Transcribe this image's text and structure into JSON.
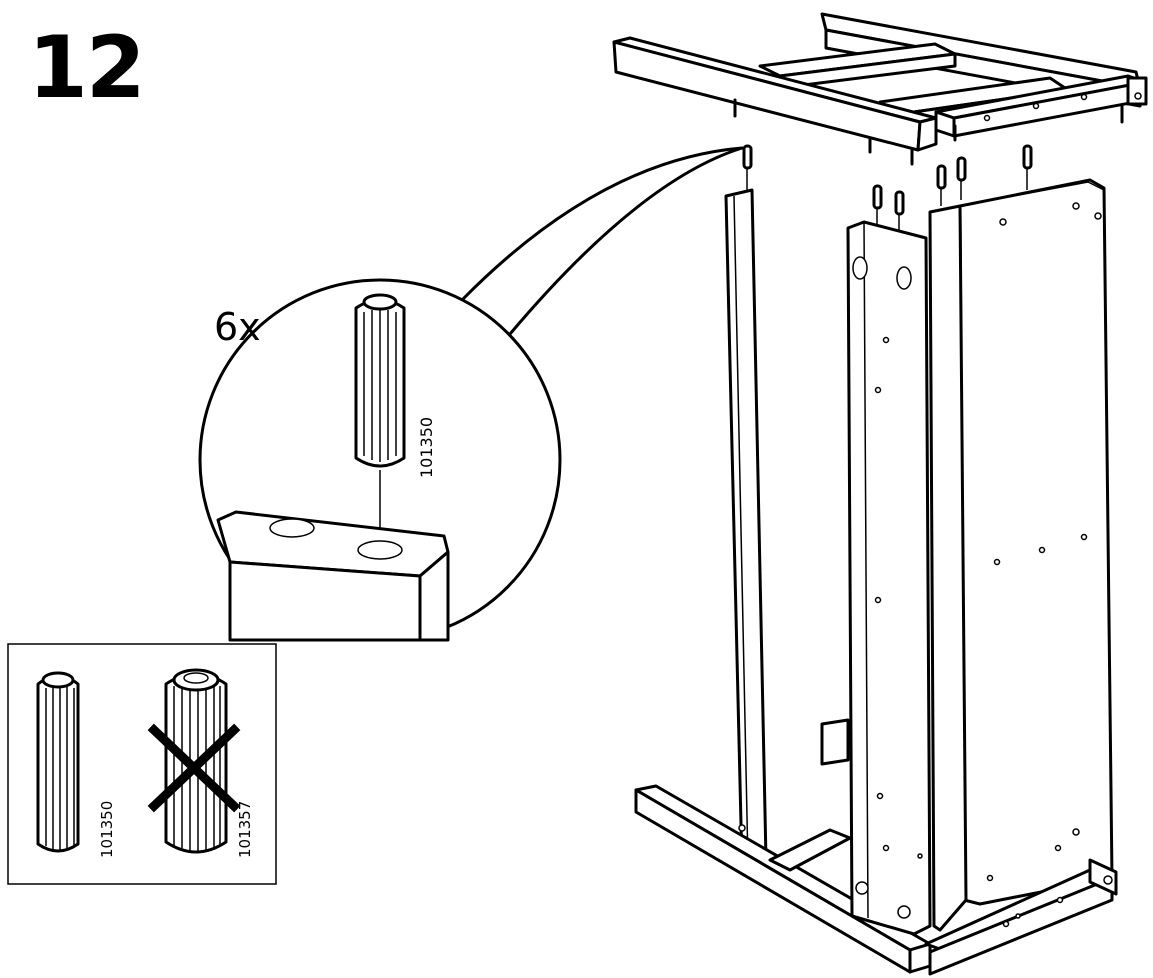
{
  "step": {
    "number": "12"
  },
  "callout": {
    "quantity": "6x",
    "part_number": "101350"
  },
  "legend": {
    "correct_part_number": "101350",
    "incorrect_part_number": "101357"
  }
}
